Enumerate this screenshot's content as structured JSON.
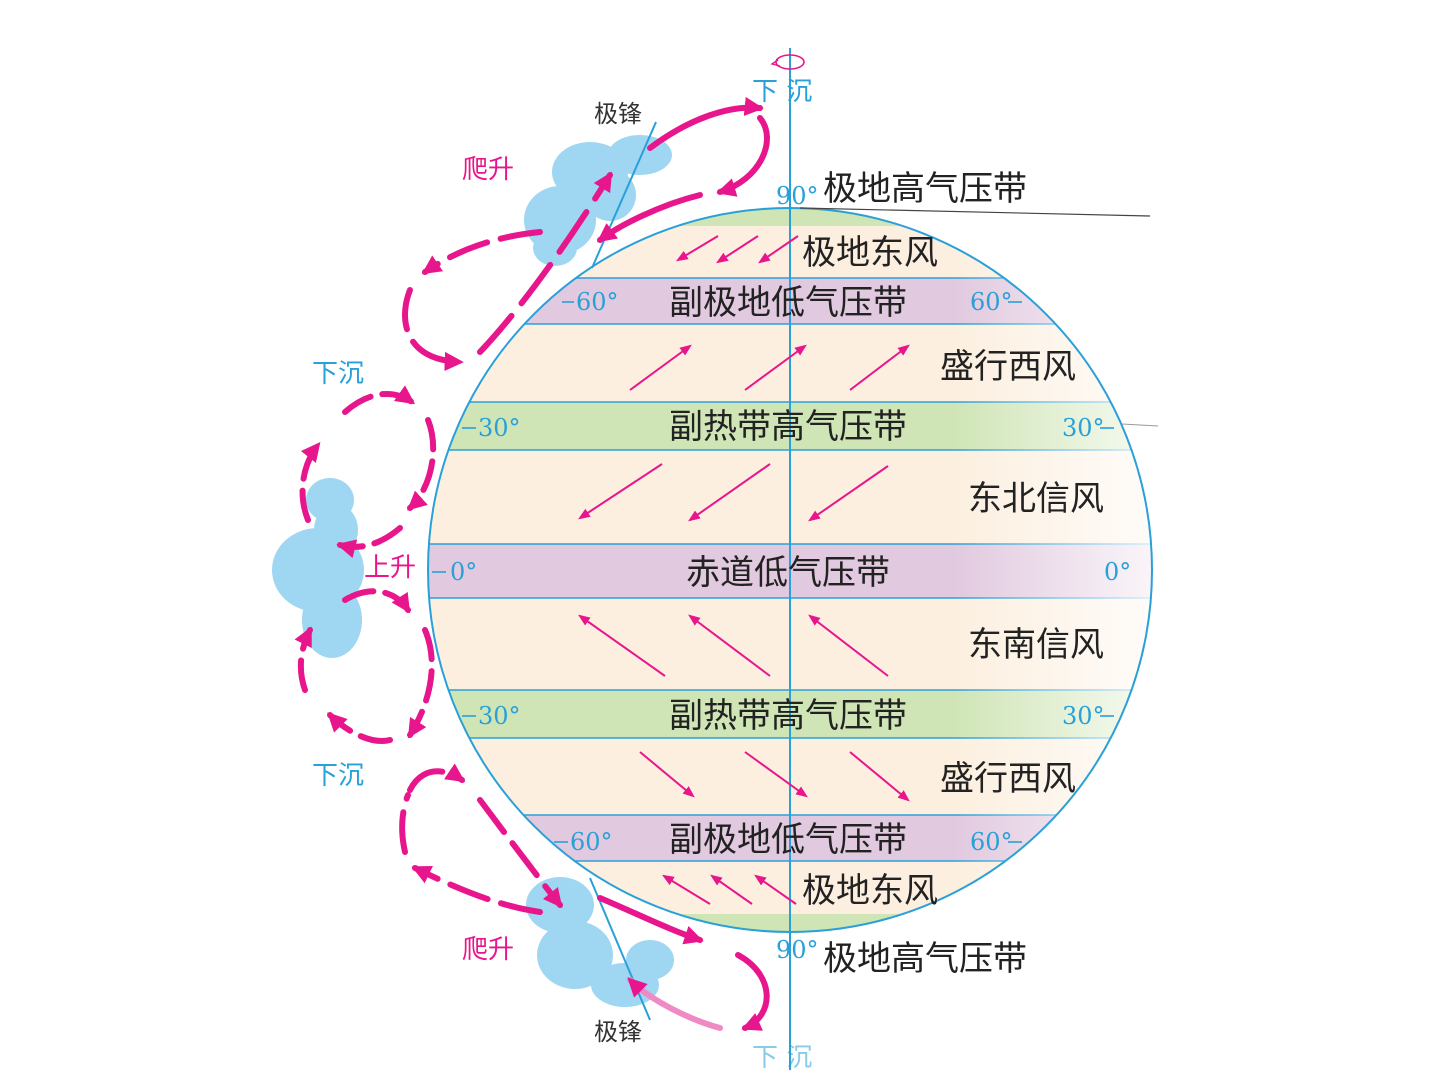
{
  "colors": {
    "high_pressure": "#cfe5b6",
    "low_pressure": "#e1c9df",
    "wind_zone": "#fcefdf",
    "latitude_line": "#2aa0d8",
    "arrow": "#e8168c",
    "cloud": "#9fd6f2"
  },
  "belts": {
    "polar_high_n": "极地高气压带",
    "subpolar_low_n": "副极地低气压带",
    "subtropical_high_n": "副热带高气压带",
    "equatorial_low": "赤道低气压带",
    "subtropical_high_s": "副热带高气压带",
    "subpolar_low_s": "副极地低气压带",
    "polar_high_s": "极地高气压带"
  },
  "winds": {
    "polar_easterlies_n": "极地东风",
    "westerlies_n": "盛行西风",
    "ne_trades": "东北信风",
    "se_trades": "东南信风",
    "westerlies_s": "盛行西风",
    "polar_easterlies_s": "极地东风"
  },
  "latitudes": {
    "n90": "90°",
    "n60_left": "60°",
    "n60_right": "60°",
    "n30_left": "30°",
    "n30_right": "30°",
    "eq_left": "0°",
    "eq_right": "0°",
    "s30_left": "30°",
    "s30_right": "30°",
    "s60_left": "60°",
    "s60_right": "60°",
    "s90": "90°"
  },
  "motion": {
    "sink_top": "下 沉",
    "sink_bottom": "下 沉",
    "sink_upper": "下沉",
    "sink_lower": "下沉",
    "rise_eq": "上升",
    "climb_n": "爬升",
    "climb_s": "爬升",
    "front_n": "极锋",
    "front_s": "极锋"
  },
  "icons": [
    "rotation-icon",
    "cloud-icon",
    "circulation-arrow-icon",
    "wind-arrow-icon"
  ]
}
